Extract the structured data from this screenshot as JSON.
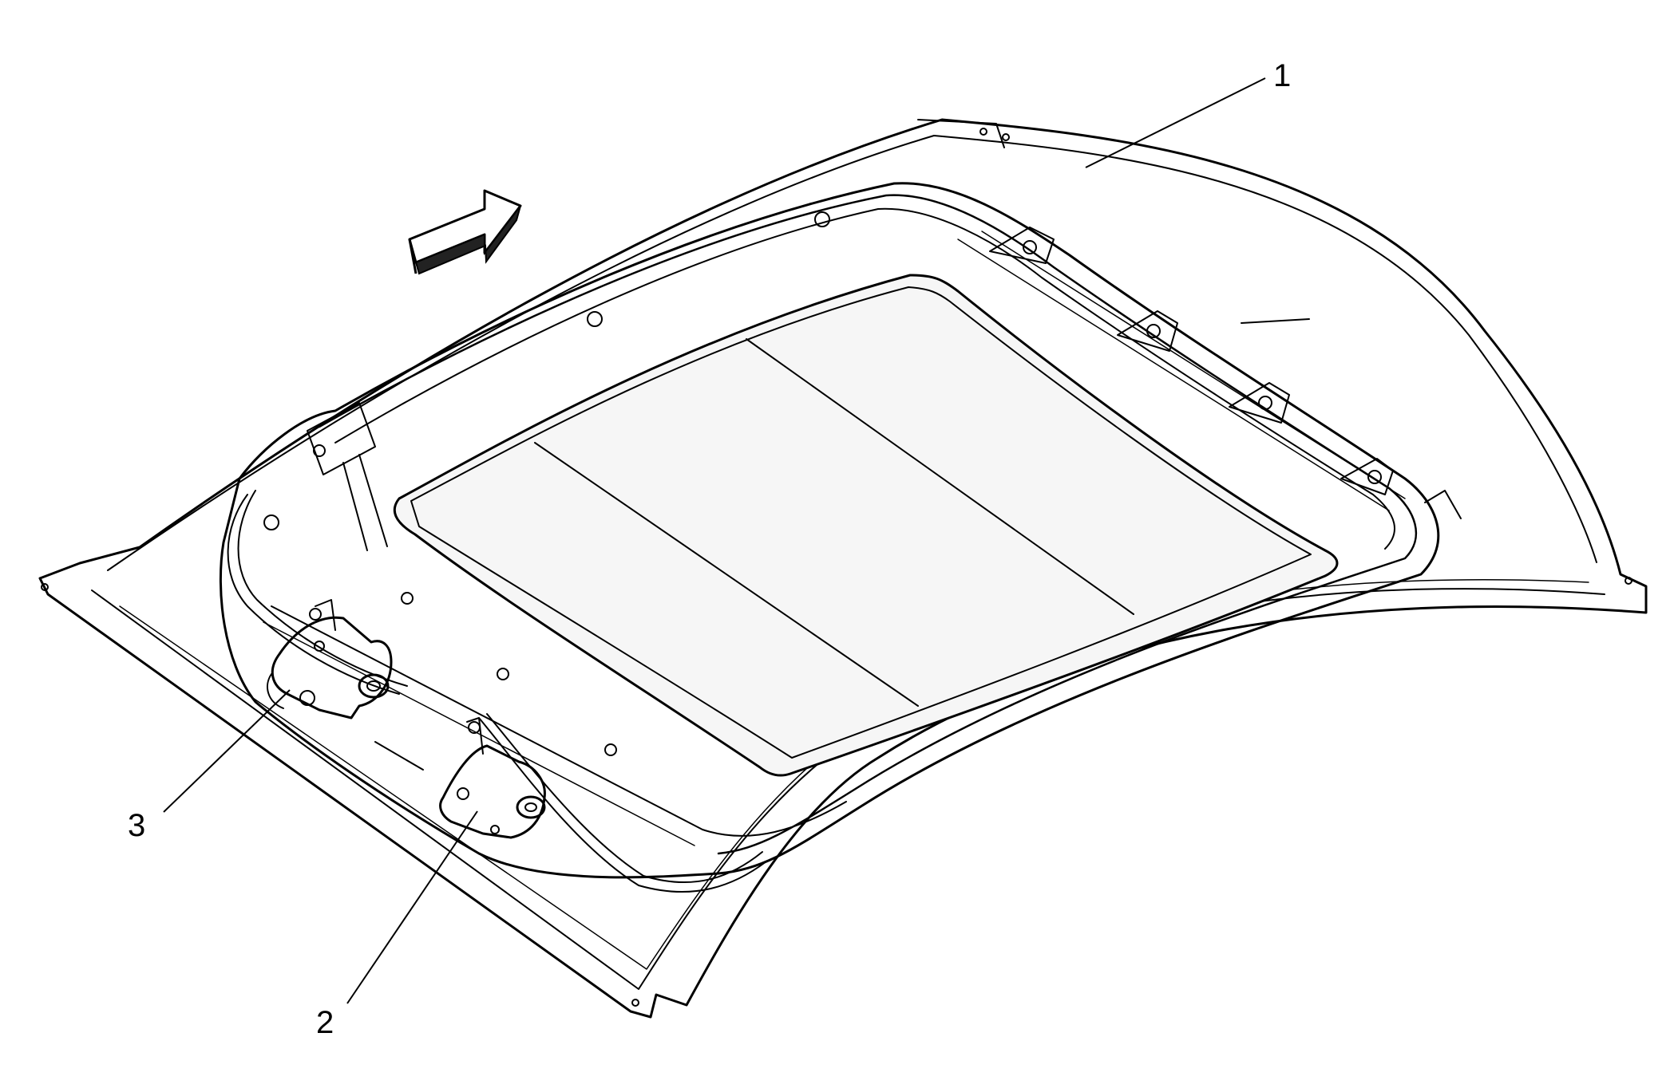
{
  "callouts": [
    {
      "id": "1",
      "label": "1"
    },
    {
      "id": "2",
      "label": "2"
    },
    {
      "id": "3",
      "label": "3"
    }
  ],
  "icons": {
    "direction_arrow": "forward-direction-arrow-icon"
  },
  "colors": {
    "line": "#000000",
    "background": "#ffffff",
    "glass_shade": "#f4f4f4"
  }
}
